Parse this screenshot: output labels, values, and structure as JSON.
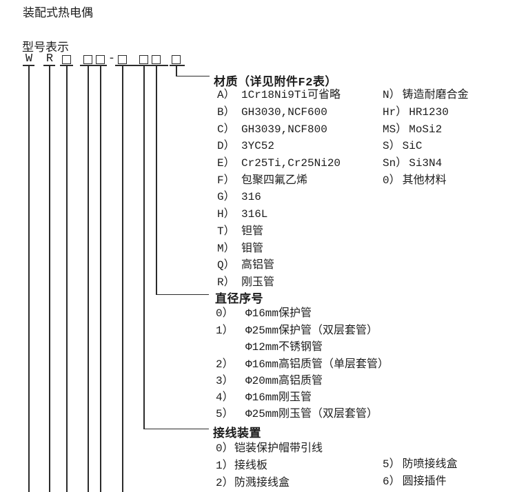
{
  "page": {
    "title": "装配式热电偶",
    "subtitle": "型号表示"
  },
  "code": {
    "w": "W",
    "r": "R",
    "hyphen": "-"
  },
  "sections": {
    "material": {
      "header": "材质（详见附件F2表）",
      "left_items": [
        {
          "label": "A）",
          "text": "1Cr18Ni9Ti可省略"
        },
        {
          "label": "B）",
          "text": "GH3030,NCF600"
        },
        {
          "label": "C）",
          "text": "GH3039,NCF800"
        },
        {
          "label": "D）",
          "text": "3YC52"
        },
        {
          "label": "E）",
          "text": "Cr25Ti,Cr25Ni20"
        },
        {
          "label": "F）",
          "text": "包聚四氟乙烯"
        },
        {
          "label": "G）",
          "text": "316"
        },
        {
          "label": "H）",
          "text": "316L"
        },
        {
          "label": "T）",
          "text": "钽管"
        },
        {
          "label": "M）",
          "text": "钼管"
        },
        {
          "label": "Q）",
          "text": "高铝管"
        },
        {
          "label": "R）",
          "text": "刚玉管"
        }
      ],
      "right_items": [
        {
          "label": "N）",
          "text": "铸造耐磨合金"
        },
        {
          "label": "Hr）",
          "text": "HR1230"
        },
        {
          "label": "MS）",
          "text": "MoSi2"
        },
        {
          "label": "S）",
          "text": "SiC"
        },
        {
          "label": "Sn）",
          "text": "Si3N4"
        },
        {
          "label": "0）",
          "text": "其他材料"
        }
      ]
    },
    "diameter": {
      "header": "直径序号",
      "items": [
        {
          "label": "0）",
          "text": "Φ16mm保护管"
        },
        {
          "label": "1）",
          "text": "Φ25mm保护管（双层套管）"
        },
        {
          "label": "",
          "text": "Φ12mm不锈钢管"
        },
        {
          "label": "2）",
          "text": "Φ16mm高铝质管（单层套管）"
        },
        {
          "label": "3）",
          "text": "Φ20mm高铝质管"
        },
        {
          "label": "4）",
          "text": "Φ16mm刚玉管"
        },
        {
          "label": "5）",
          "text": "Φ25mm刚玉管（双层套管）"
        }
      ]
    },
    "wiring": {
      "header": "接线装置",
      "left_items": [
        {
          "label": "0）",
          "text": "铠装保护帽带引线"
        },
        {
          "label": "1）",
          "text": "接线板"
        },
        {
          "label": "2）",
          "text": "防溅接线盒"
        }
      ],
      "right_items": [
        {
          "label": "5）",
          "text": "防喷接线盒"
        },
        {
          "label": "6）",
          "text": "圆接插件"
        }
      ]
    }
  },
  "colors": {
    "line": "#2a2a2a",
    "text": "#1c1c1c",
    "background": "#ffffff"
  }
}
